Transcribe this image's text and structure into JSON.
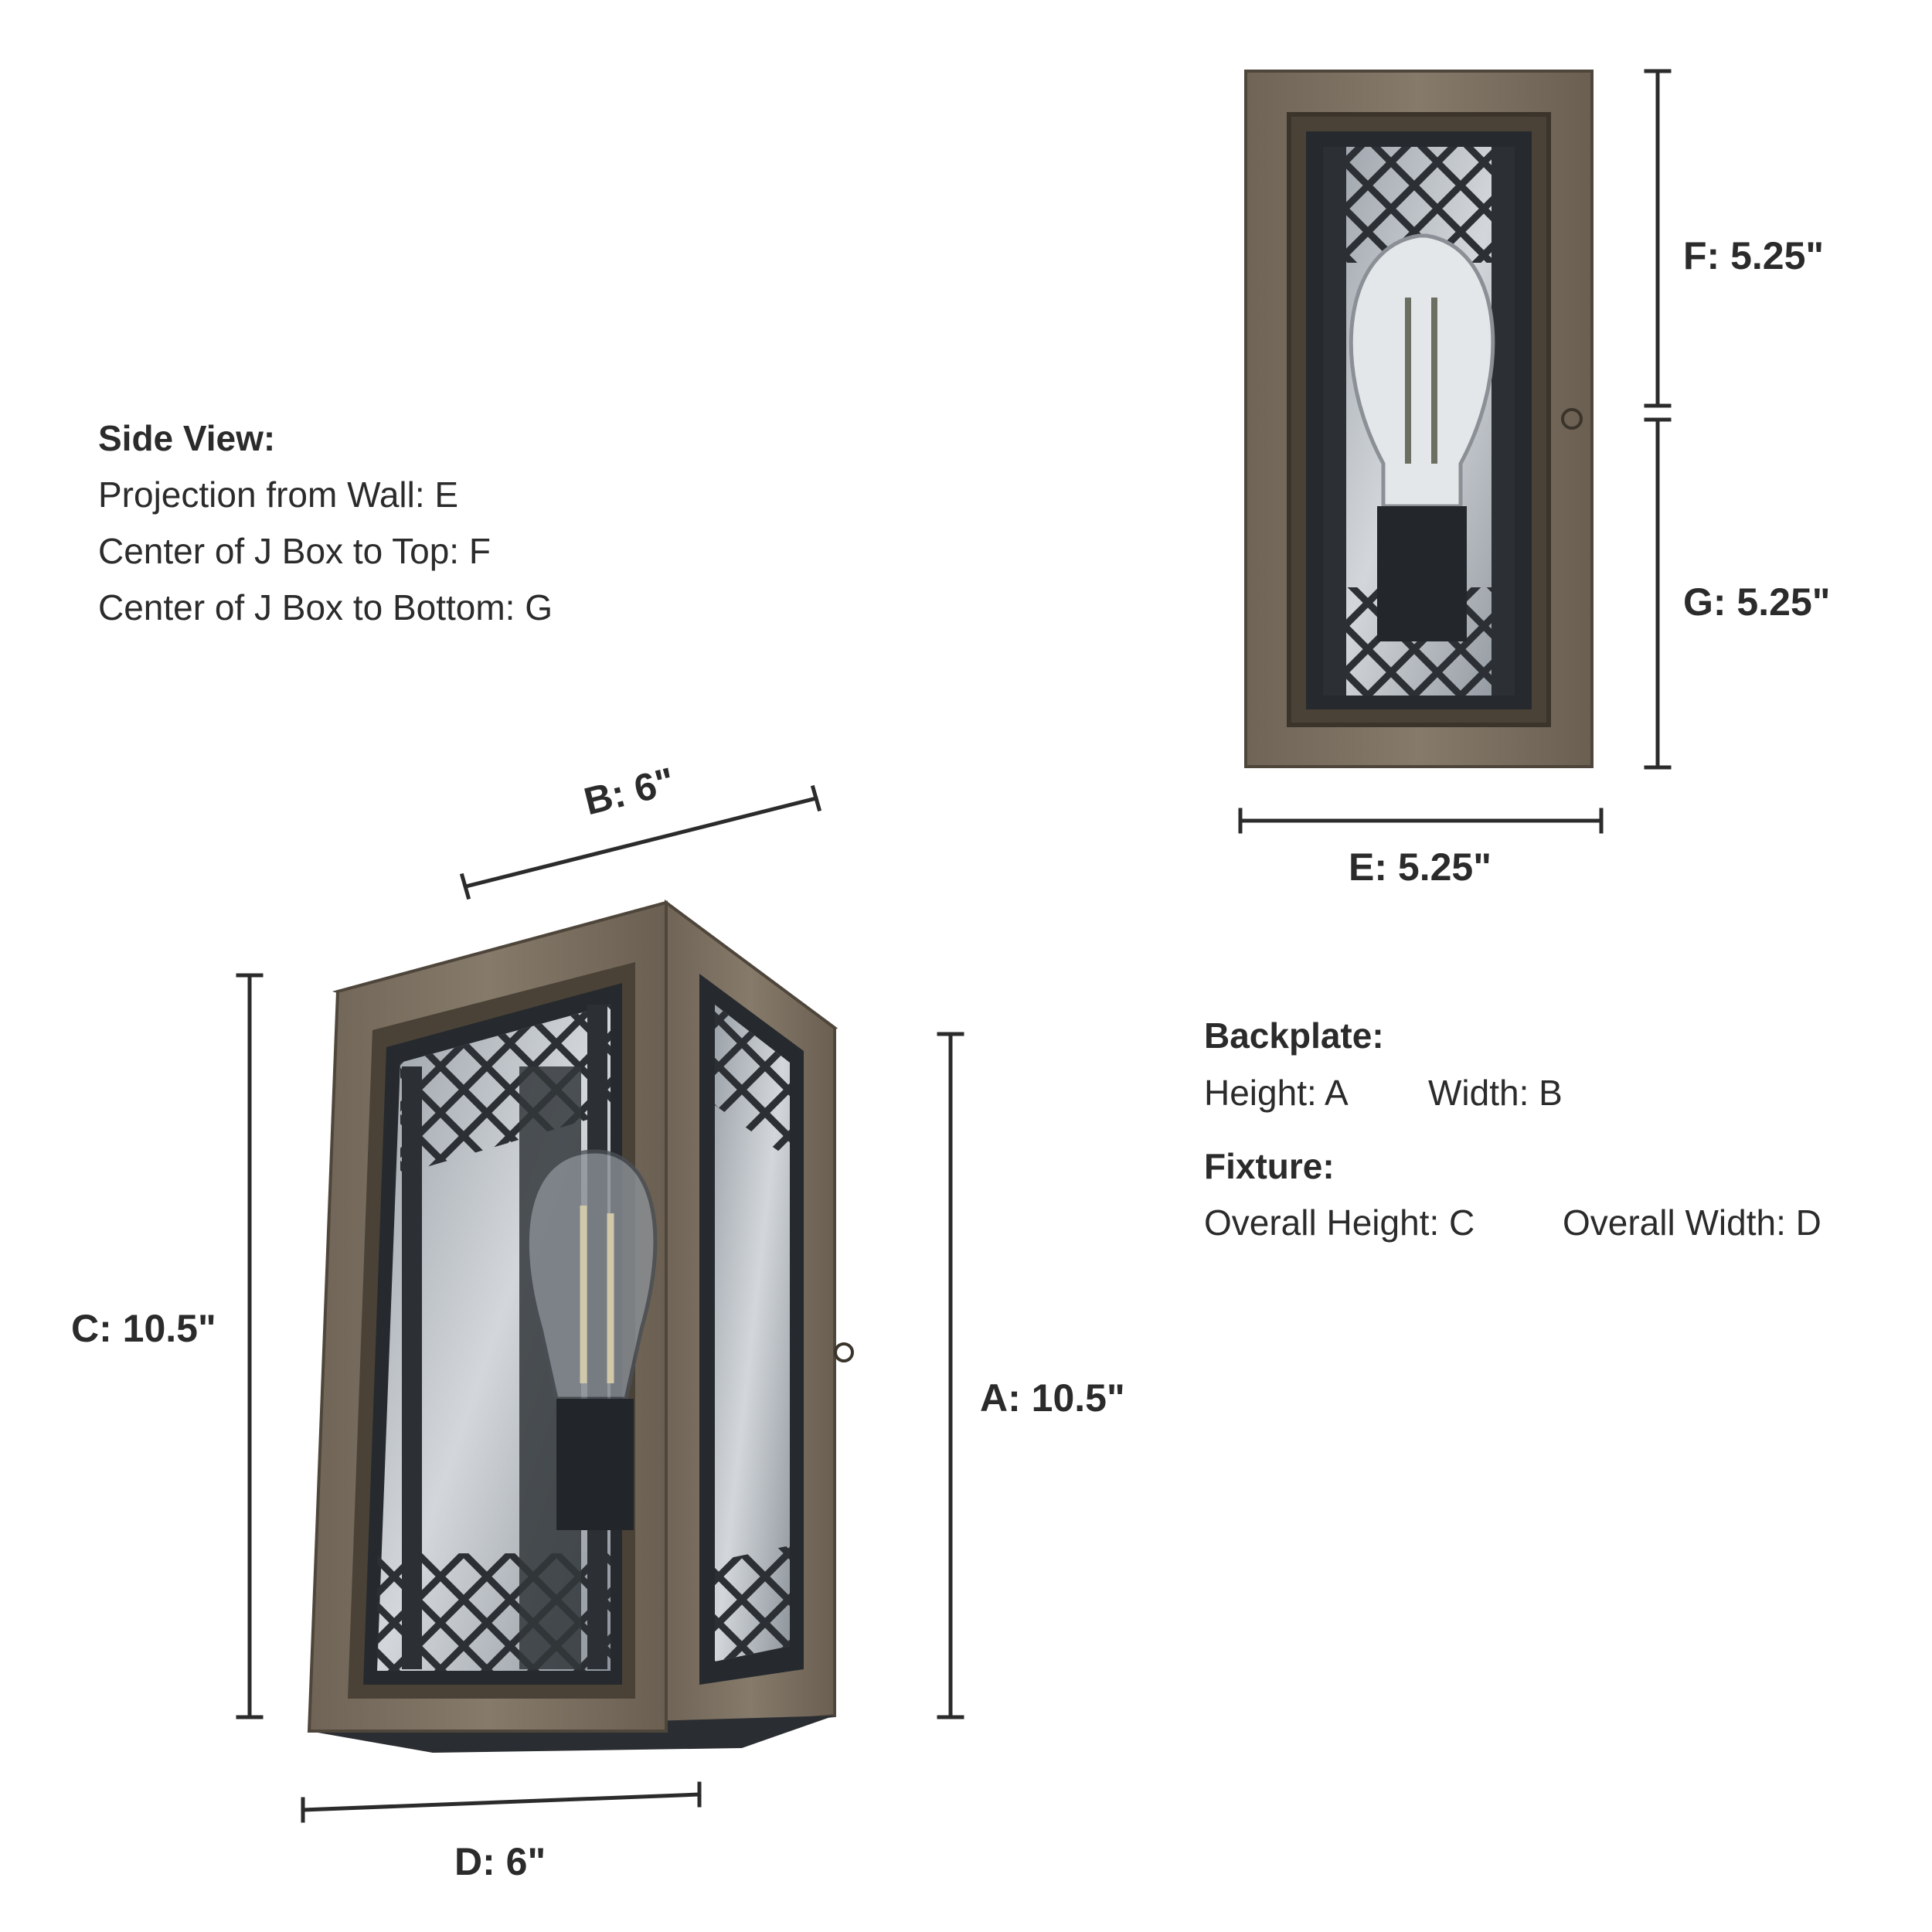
{
  "side_view": {
    "heading": "Side View:",
    "projection": "Projection from Wall: E",
    "jbox_top": "Center of J Box to Top: F",
    "jbox_bottom": "Center of J Box to Bottom: G"
  },
  "backplate": {
    "heading": "Backplate:",
    "height": "Height: A",
    "width": "Width: B"
  },
  "fixture": {
    "heading": "Fixture:",
    "overall_height": "Overall Height: C",
    "overall_width": "Overall Width: D"
  },
  "dimensions": {
    "a": "A: 10.5\"",
    "b": "B: 6\"",
    "c": "C: 10.5\"",
    "d": "D: 6\"",
    "e": "E: 5.25\"",
    "f": "F: 5.25\"",
    "g": "G: 5.25\""
  },
  "colors": {
    "wood": "#7b6f60",
    "wood_dark": "#5f5548",
    "metal": "#2c2f33",
    "glass": "#b9bec4",
    "dim_line": "#2b2b2b"
  }
}
